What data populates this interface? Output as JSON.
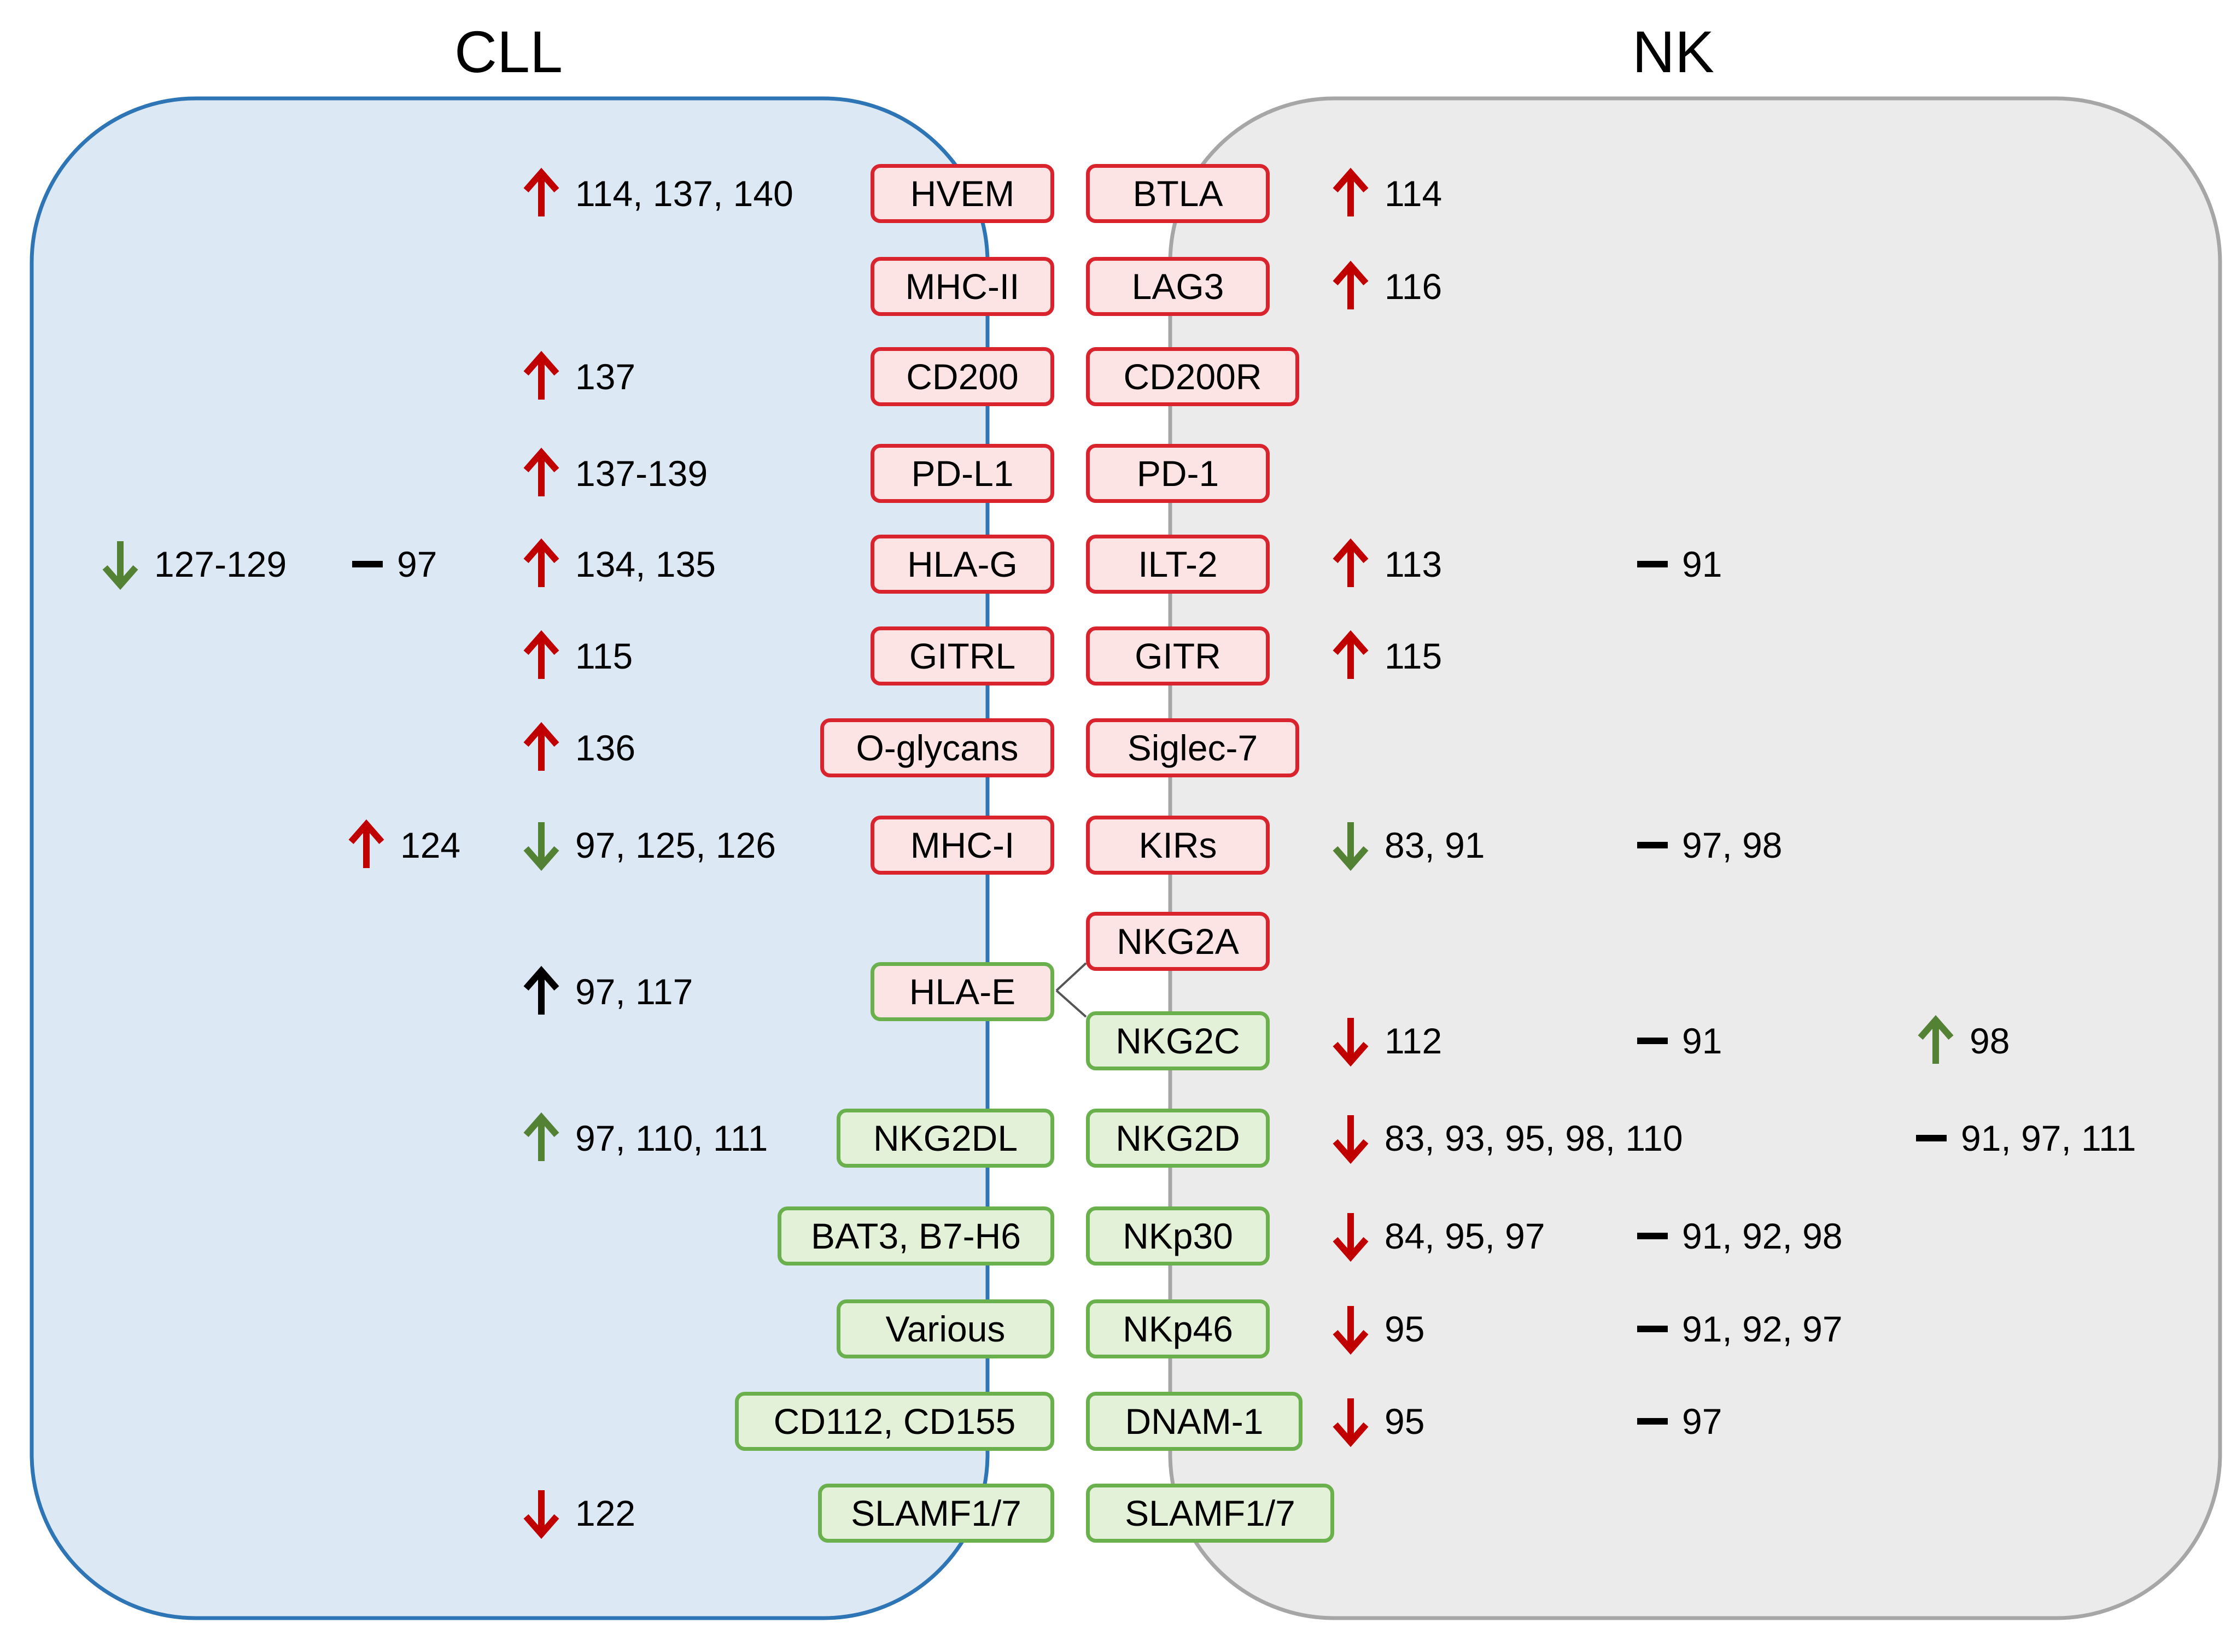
{
  "titles": {
    "left": "CLL",
    "right": "NK"
  },
  "colors": {
    "cll_fill": "#dde8f5",
    "cll_border": "#2e75b6",
    "nk_fill": "#ebebeb",
    "nk_border": "#a6a6a6",
    "inhibitory_border": "#d9232d",
    "inhibitory_fill": "#fde4e4",
    "activating_border": "#6ab04c",
    "activating_fill": "#e3f1d8",
    "up_red": "#c00000",
    "down_red": "#c00000",
    "up_green": "#548235",
    "down_green": "#548235",
    "neutral": "#000000"
  },
  "rows": [
    {
      "cll_box": "HVEM",
      "cll_kind": "red",
      "nk_box": "BTLA",
      "nk_kind": "red",
      "cll_annotations": [
        {
          "icon": "up-red",
          "text": "114, 137, 140"
        }
      ],
      "nk_annotations": [
        {
          "icon": "up-red",
          "text": "114"
        }
      ]
    },
    {
      "cll_box": "MHC-II",
      "cll_kind": "red",
      "nk_box": "LAG3",
      "nk_kind": "red",
      "cll_annotations": [],
      "nk_annotations": [
        {
          "icon": "up-red",
          "text": "116"
        }
      ]
    },
    {
      "cll_box": "CD200",
      "cll_kind": "red",
      "nk_box": "CD200R",
      "nk_kind": "red",
      "cll_annotations": [
        {
          "icon": "up-red",
          "text": "137"
        }
      ],
      "nk_annotations": []
    },
    {
      "cll_box": "PD-L1",
      "cll_kind": "red",
      "nk_box": "PD-1",
      "nk_kind": "red",
      "cll_annotations": [
        {
          "icon": "up-red",
          "text": "137-139"
        }
      ],
      "nk_annotations": []
    },
    {
      "cll_box": "HLA-G",
      "cll_kind": "red",
      "nk_box": "ILT-2",
      "nk_kind": "red",
      "cll_annotations": [
        {
          "icon": "down-green",
          "text": "127-129"
        },
        {
          "icon": "dash",
          "text": "97"
        },
        {
          "icon": "up-red",
          "text": "134, 135"
        }
      ],
      "nk_annotations": [
        {
          "icon": "up-red",
          "text": "113"
        },
        {
          "icon": "dash",
          "text": "91"
        }
      ]
    },
    {
      "cll_box": "GITRL",
      "cll_kind": "red",
      "nk_box": "GITR",
      "nk_kind": "red",
      "cll_annotations": [
        {
          "icon": "up-red",
          "text": "115"
        }
      ],
      "nk_annotations": [
        {
          "icon": "up-red",
          "text": "115"
        }
      ]
    },
    {
      "cll_box": "O-glycans",
      "cll_kind": "red",
      "nk_box": "Siglec-7",
      "nk_kind": "red",
      "cll_annotations": [
        {
          "icon": "up-red",
          "text": "136"
        }
      ],
      "nk_annotations": []
    },
    {
      "cll_box": "MHC-I",
      "cll_kind": "red",
      "nk_box": "KIRs",
      "nk_kind": "red",
      "cll_annotations": [
        {
          "icon": "up-red",
          "text": "124"
        },
        {
          "icon": "down-green",
          "text": "97, 125, 126"
        }
      ],
      "nk_annotations": [
        {
          "icon": "down-green",
          "text": "83, 91"
        },
        {
          "icon": "dash",
          "text": "97, 98"
        }
      ]
    },
    {
      "cll_box": "",
      "cll_kind": "",
      "nk_box": "NKG2A",
      "nk_kind": "red",
      "cll_annotations": [],
      "nk_annotations": []
    },
    {
      "cll_box": "HLA-E",
      "cll_kind": "mixed",
      "nk_box": "",
      "nk_kind": "",
      "cll_annotations": [
        {
          "icon": "up-black",
          "text": "97, 117"
        }
      ],
      "nk_annotations": []
    },
    {
      "cll_box": "",
      "cll_kind": "",
      "nk_box": "NKG2C",
      "nk_kind": "green",
      "cll_annotations": [],
      "nk_annotations": [
        {
          "icon": "down-red",
          "text": "112"
        },
        {
          "icon": "dash",
          "text": "91"
        },
        {
          "icon": "up-green",
          "text": "98"
        }
      ]
    },
    {
      "cll_box": "NKG2DL",
      "cll_kind": "green",
      "nk_box": "NKG2D",
      "nk_kind": "green",
      "cll_annotations": [
        {
          "icon": "up-green",
          "text": "97, 110, 111"
        }
      ],
      "nk_annotations": [
        {
          "icon": "down-red",
          "text": "83, 93, 95, 98, 110"
        },
        {
          "icon": "dash",
          "text": "91, 97, 111"
        }
      ]
    },
    {
      "cll_box": "BAT3, B7-H6",
      "cll_kind": "green",
      "nk_box": "NKp30",
      "nk_kind": "green",
      "cll_annotations": [],
      "nk_annotations": [
        {
          "icon": "down-red",
          "text": "84, 95, 97"
        },
        {
          "icon": "dash",
          "text": "91, 92, 98"
        }
      ]
    },
    {
      "cll_box": "Various",
      "cll_kind": "green",
      "nk_box": "NKp46",
      "nk_kind": "green",
      "cll_annotations": [],
      "nk_annotations": [
        {
          "icon": "down-red",
          "text": "95"
        },
        {
          "icon": "dash",
          "text": "91, 92, 97"
        }
      ]
    },
    {
      "cll_box": "CD112, CD155",
      "cll_kind": "green",
      "nk_box": "DNAM-1",
      "nk_kind": "green",
      "cll_annotations": [],
      "nk_annotations": [
        {
          "icon": "down-red",
          "text": "95"
        },
        {
          "icon": "dash",
          "text": "97"
        }
      ]
    },
    {
      "cll_box": "SLAMF1/7",
      "cll_kind": "green",
      "nk_box": "SLAMF1/7",
      "nk_kind": "green",
      "cll_annotations": [
        {
          "icon": "down-red",
          "text": "122"
        }
      ],
      "nk_annotations": []
    }
  ]
}
